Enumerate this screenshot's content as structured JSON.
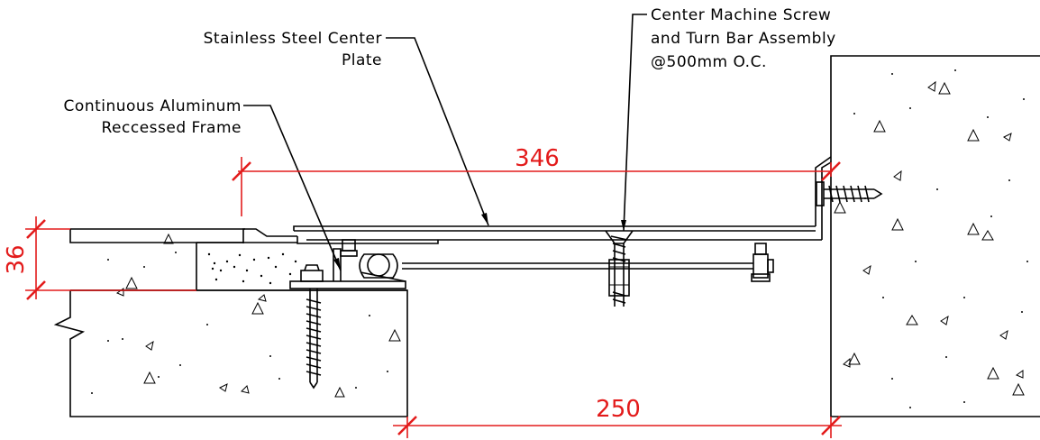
{
  "labels": {
    "center_plate_line1": "Stainless Steel Center",
    "center_plate_line2": "Plate",
    "frame_line1": "Continuous Aluminum",
    "frame_line2": "Reccessed Frame",
    "screw_line1": "Center Machine Screw",
    "screw_line2": "and Turn Bar Assembly",
    "screw_line3": "@500mm O.C."
  },
  "dimensions": {
    "top_width": "346",
    "depth": "36",
    "gap_width": "250"
  },
  "colors": {
    "dimension": "#e31b1b",
    "linework": "#000000"
  }
}
